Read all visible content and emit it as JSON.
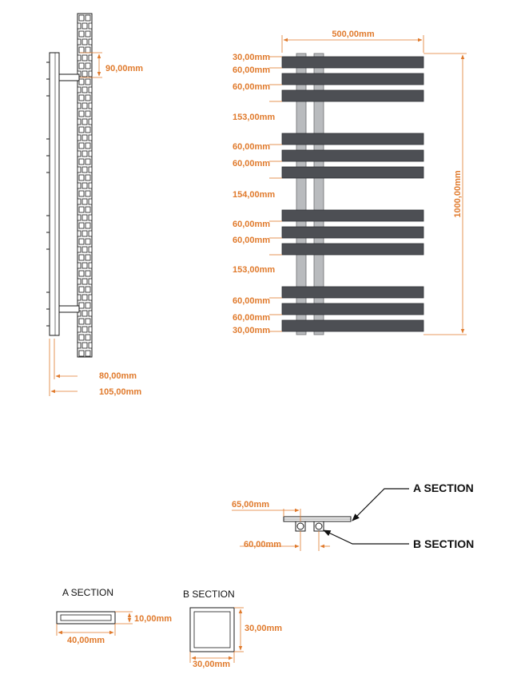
{
  "side_view": {
    "dim_top_offset": "90,00mm",
    "dim_depth_inner": "80,00mm",
    "dim_depth_total": "105,00mm"
  },
  "front_view": {
    "dim_width": "500,00mm",
    "dim_height": "1000,00mm",
    "dims_left": [
      "30,00mm",
      "60,00mm",
      "60,00mm",
      "153,00mm",
      "60,00mm",
      "60,00mm",
      "154,00mm",
      "60,00mm",
      "60,00mm",
      "153,00mm",
      "60,00mm",
      "60,00mm",
      "30,00mm"
    ]
  },
  "top_view": {
    "dim_offset": "65,00mm",
    "dim_spacing": "60,00mm",
    "label_a": "A SECTION",
    "label_b": "B SECTION"
  },
  "section_a": {
    "title": "A SECTION",
    "dim_height": "10,00mm",
    "dim_width": "40,00mm"
  },
  "section_b": {
    "title": "B SECTION",
    "dim_height": "30,00mm",
    "dim_width": "30,00mm"
  },
  "colors": {
    "dimension": "#e07a2c",
    "bar": "#4d4f54",
    "column": "#b9bbbe",
    "outline": "#1a1a1a"
  }
}
